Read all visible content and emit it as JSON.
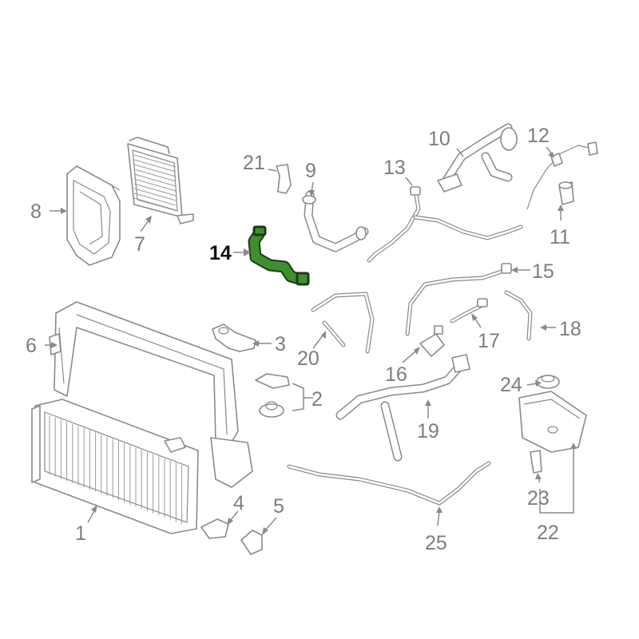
{
  "callouts": {
    "c1": "1",
    "c2": "2",
    "c3": "3",
    "c4": "4",
    "c5": "5",
    "c6": "6",
    "c7": "7",
    "c8": "8",
    "c9": "9",
    "c10": "10",
    "c11": "11",
    "c12": "12",
    "c13": "13",
    "c14": "14",
    "c15": "15",
    "c16": "16",
    "c17": "17",
    "c18": "18",
    "c19": "19",
    "c20": "20",
    "c21": "21",
    "c22": "22",
    "c23": "23",
    "c24": "24",
    "c25": "25"
  },
  "highlight": {
    "part": "14",
    "color": "#3f8f2e",
    "outline": "#1d3a1a"
  },
  "colors": {
    "line": "#8a8a8a",
    "label": "#7d7d7d",
    "background": "#ffffff"
  }
}
